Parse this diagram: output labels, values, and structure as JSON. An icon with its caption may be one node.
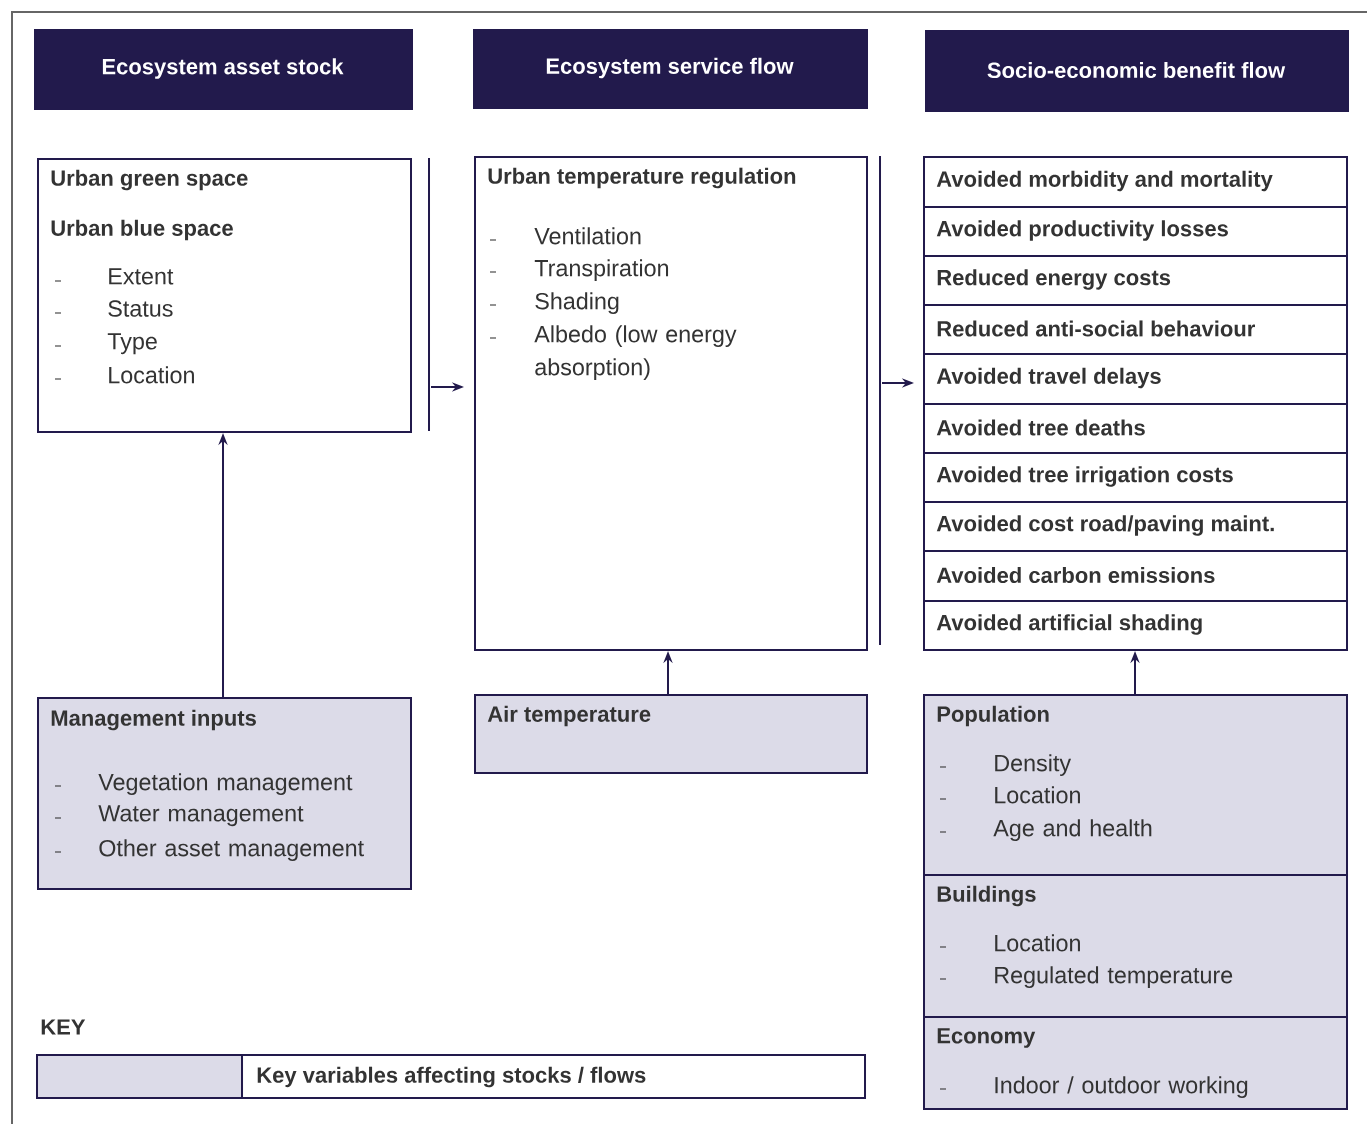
{
  "diagram": {
    "nodes": [
      {
        "text": [
          "Ecosystem asset stock"
        ]
      },
      {
        "text": [
          "Ecosystem service flow"
        ]
      },
      {
        "text": [
          "Socio-economic benefit flow"
        ]
      },
      {
        "text": [
          "Urban green space",
          "Urban blue space",
          "Extent",
          "Status",
          "Type",
          "Location"
        ]
      },
      {
        "text": [
          "Urban temperature regulation",
          "Ventilation",
          "Transpiration",
          "Shading",
          "Albedo (low energy absorption)"
        ]
      },
      {
        "text": [
          "Avoided morbidity and mortality"
        ]
      },
      {
        "text": [
          "Avoided productivity losses"
        ]
      },
      {
        "text": [
          "Reduced energy costs"
        ]
      },
      {
        "text": [
          "Reduced anti-social behaviour"
        ]
      },
      {
        "text": [
          "Avoided travel delays"
        ]
      },
      {
        "text": [
          "Avoided tree deaths"
        ]
      },
      {
        "text": [
          "Avoided tree irrigation costs"
        ]
      },
      {
        "text": [
          "Avoided cost road/paving maint."
        ]
      },
      {
        "text": [
          "Avoided carbon emissions"
        ]
      },
      {
        "text": [
          "Avoided artificial shading"
        ]
      },
      {
        "text": [
          "Management inputs",
          "Vegetation management",
          "Water management",
          "Other asset management"
        ]
      },
      {
        "text": [
          "Air temperature"
        ]
      },
      {
        "text": [
          "Population",
          "Density",
          "Location",
          "Age and health"
        ]
      },
      {
        "text": [
          "Buildings",
          "Location",
          "Regulated temperature"
        ]
      },
      {
        "text": [
          "Economy",
          "Indoor / outdoor working"
        ]
      }
    ],
    "edges": [
      {
        "from": 3,
        "to": 4,
        "arrow": "to"
      },
      {
        "from": 4,
        "to": 9,
        "arrow": "to"
      },
      {
        "from": 15,
        "to": 3,
        "arrow": "to"
      },
      {
        "from": 16,
        "to": 4,
        "arrow": "to"
      },
      {
        "from": 17,
        "to": 14,
        "arrow": "to"
      }
    ],
    "labels": [
      "KEY"
    ],
    "legend": [
      {
        "text": "Key variables affecting stocks / flows",
        "color": "#dcdbe8"
      }
    ]
  }
}
